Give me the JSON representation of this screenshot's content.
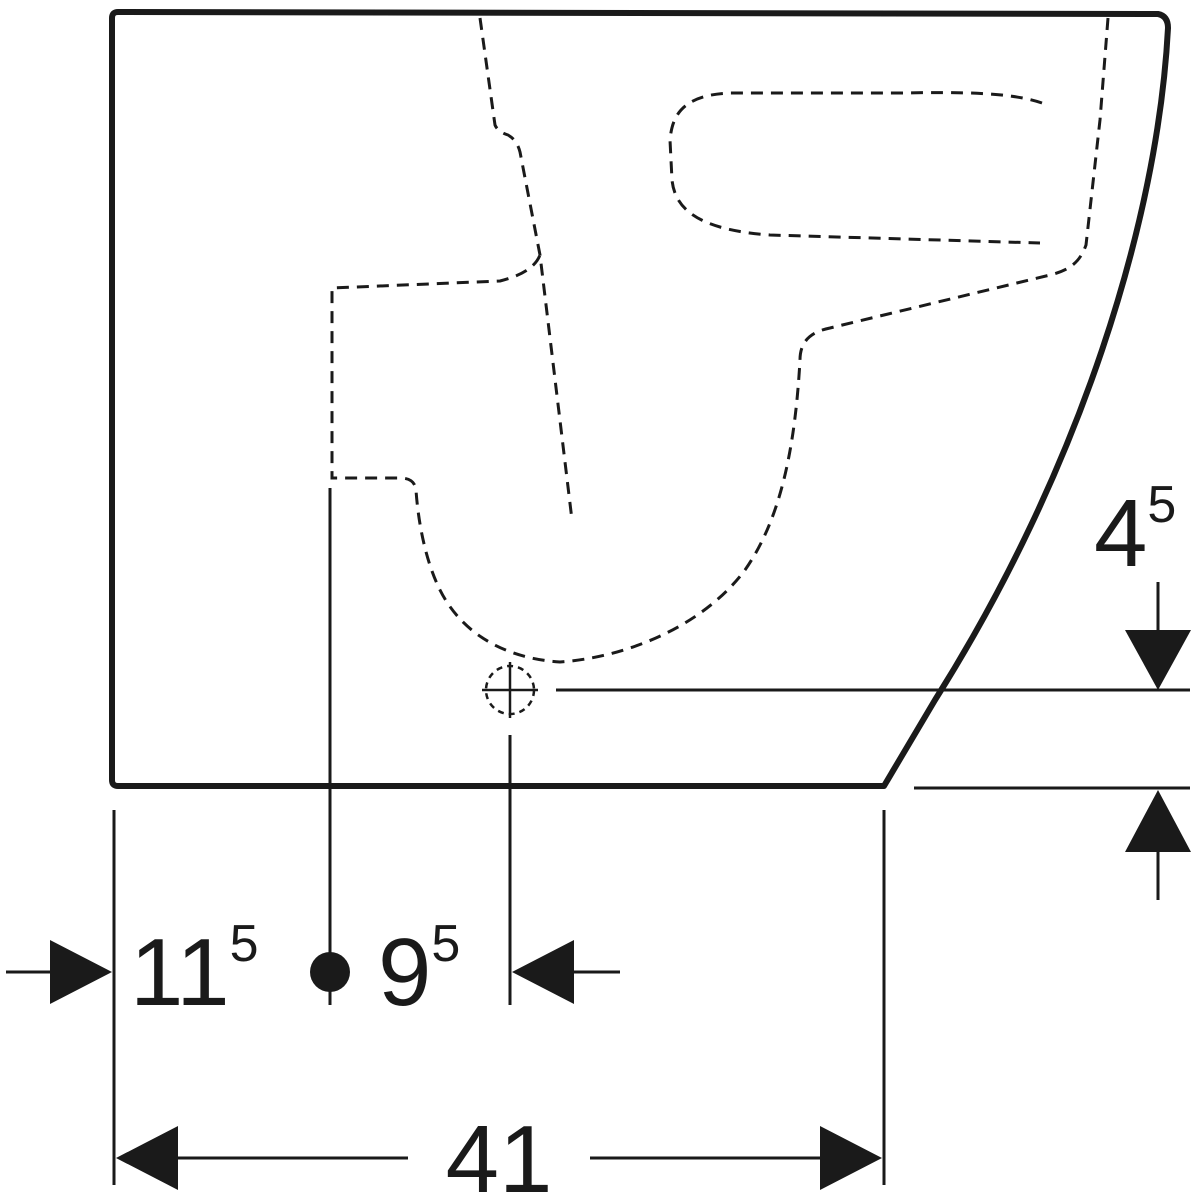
{
  "dimensions": {
    "vertical_offset": {
      "main": "4",
      "superscript": "5"
    },
    "left_to_inlet": {
      "main": "11",
      "superscript": "5"
    },
    "inlet_to_outlet": {
      "main": "9",
      "superscript": "5"
    },
    "overall_depth": {
      "main": "41",
      "superscript": ""
    }
  },
  "colors": {
    "line": "#1a1a1a",
    "background": "#ffffff"
  }
}
